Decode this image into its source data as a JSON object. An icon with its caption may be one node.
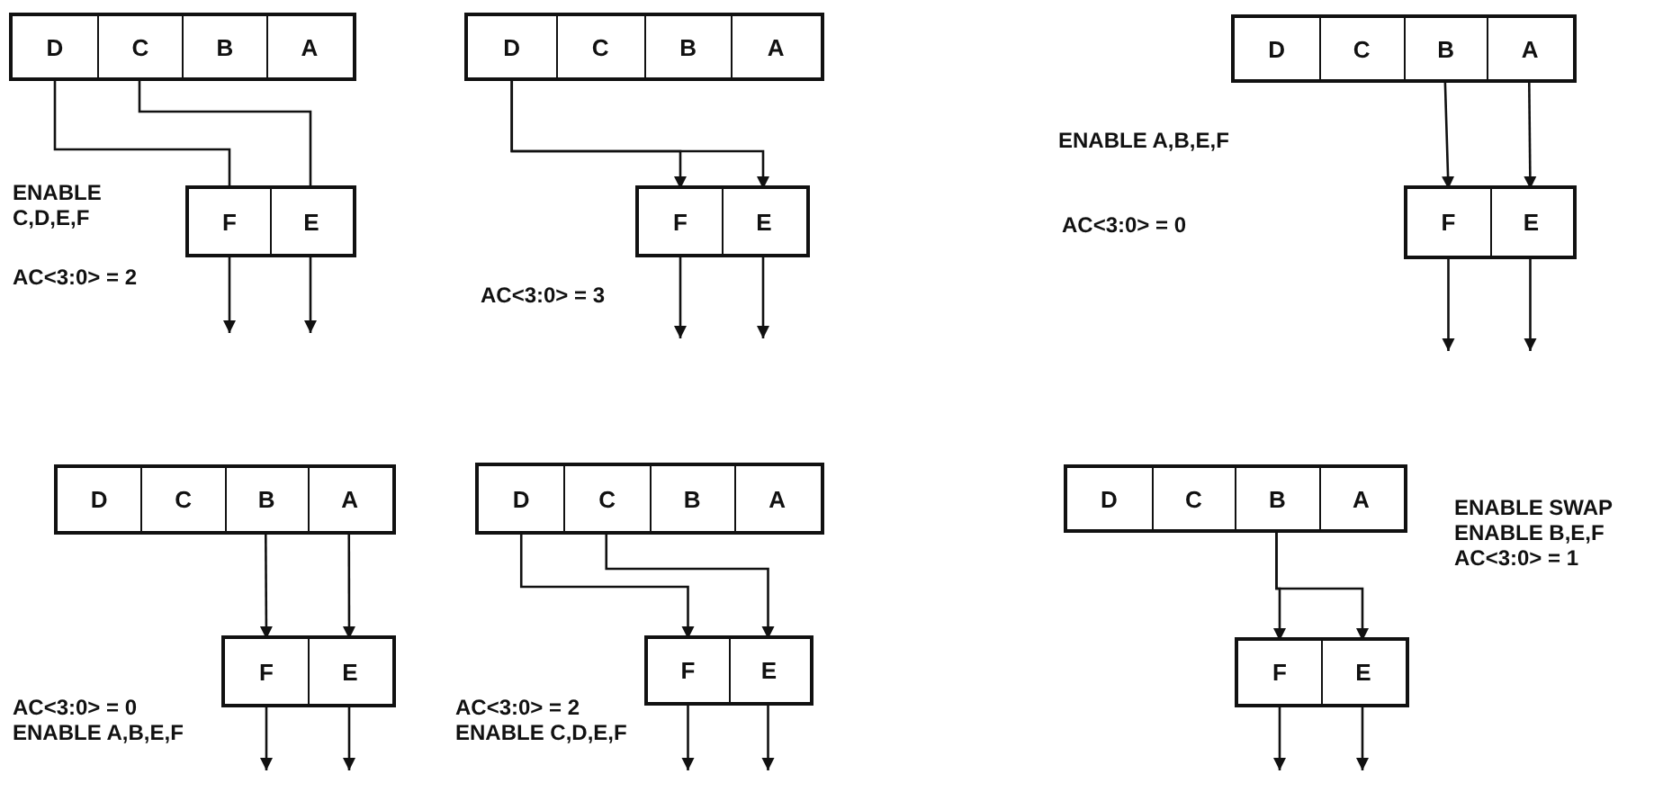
{
  "diagram": {
    "nodes": [
      {
        "text": [],
        "shape": "box"
      },
      {
        "text": [
          "D"
        ],
        "in": 0
      },
      {
        "text": [
          "C"
        ],
        "in": 0
      },
      {
        "text": [
          "B"
        ],
        "in": 0
      },
      {
        "text": [
          "A"
        ],
        "in": 0
      },
      {
        "text": [],
        "shape": "box"
      },
      {
        "text": [
          "F"
        ],
        "in": 5
      },
      {
        "text": [
          "E"
        ],
        "in": 5
      },
      {
        "text": [],
        "shape": "box"
      },
      {
        "text": [
          "D"
        ],
        "in": 8
      },
      {
        "text": [
          "C"
        ],
        "in": 8
      },
      {
        "text": [
          "B"
        ],
        "in": 8
      },
      {
        "text": [
          "A"
        ],
        "in": 8
      },
      {
        "text": [],
        "shape": "box"
      },
      {
        "text": [
          "F"
        ],
        "in": 13
      },
      {
        "text": [
          "E"
        ],
        "in": 13
      },
      {
        "text": [],
        "shape": "box"
      },
      {
        "text": [
          "D"
        ],
        "in": 16
      },
      {
        "text": [
          "C"
        ],
        "in": 16
      },
      {
        "text": [
          "B"
        ],
        "in": 16
      },
      {
        "text": [
          "A"
        ],
        "in": 16
      },
      {
        "text": [],
        "shape": "box"
      },
      {
        "text": [
          "F"
        ],
        "in": 21
      },
      {
        "text": [
          "E"
        ],
        "in": 21
      },
      {
        "text": [],
        "shape": "box"
      },
      {
        "text": [
          "D"
        ],
        "in": 24
      },
      {
        "text": [
          "C"
        ],
        "in": 24
      },
      {
        "text": [
          "B"
        ],
        "in": 24
      },
      {
        "text": [
          "A"
        ],
        "in": 24
      },
      {
        "text": [],
        "shape": "box"
      },
      {
        "text": [
          "F"
        ],
        "in": 29
      },
      {
        "text": [
          "E"
        ],
        "in": 29
      },
      {
        "text": [],
        "shape": "box"
      },
      {
        "text": [
          "D"
        ],
        "in": 32
      },
      {
        "text": [
          "C"
        ],
        "in": 32
      },
      {
        "text": [
          "B"
        ],
        "in": 32
      },
      {
        "text": [
          "A"
        ],
        "in": 32
      },
      {
        "text": [],
        "shape": "box"
      },
      {
        "text": [
          "F"
        ],
        "in": 37
      },
      {
        "text": [
          "E"
        ],
        "in": 37
      },
      {
        "text": [],
        "shape": "box"
      },
      {
        "text": [
          "D"
        ],
        "in": 40
      },
      {
        "text": [
          "C"
        ],
        "in": 40
      },
      {
        "text": [
          "B"
        ],
        "in": 40
      },
      {
        "text": [
          "A"
        ],
        "in": 40
      },
      {
        "text": [],
        "shape": "box"
      },
      {
        "text": [
          "F"
        ],
        "in": 45
      },
      {
        "text": [
          "E"
        ],
        "in": 45
      }
    ],
    "edges": [
      {
        "from": 1,
        "to": 6,
        "arrow": "none"
      },
      {
        "from": 2,
        "to": 7,
        "arrow": "none"
      },
      {
        "from": 6,
        "to": null,
        "arrow": "to"
      },
      {
        "from": 7,
        "to": null,
        "arrow": "to"
      },
      {
        "from": 9,
        "to": 14,
        "arrow": "to"
      },
      {
        "from": 9,
        "to": 15,
        "arrow": "to"
      },
      {
        "from": 14,
        "to": null,
        "arrow": "to"
      },
      {
        "from": 15,
        "to": null,
        "arrow": "to"
      },
      {
        "from": 19,
        "to": 22,
        "arrow": "to"
      },
      {
        "from": 20,
        "to": 23,
        "arrow": "to"
      },
      {
        "from": 22,
        "to": null,
        "arrow": "to"
      },
      {
        "from": 23,
        "to": null,
        "arrow": "to"
      },
      {
        "from": 27,
        "to": 30,
        "arrow": "to"
      },
      {
        "from": 28,
        "to": 31,
        "arrow": "to"
      },
      {
        "from": 30,
        "to": null,
        "arrow": "to"
      },
      {
        "from": 31,
        "to": null,
        "arrow": "to"
      },
      {
        "from": 33,
        "to": 38,
        "arrow": "to"
      },
      {
        "from": 34,
        "to": 39,
        "arrow": "to"
      },
      {
        "from": 38,
        "to": null,
        "arrow": "to"
      },
      {
        "from": 39,
        "to": null,
        "arrow": "to"
      },
      {
        "from": 43,
        "to": 46,
        "arrow": "to"
      },
      {
        "from": 43,
        "to": 47,
        "arrow": "to"
      },
      {
        "from": 46,
        "to": null,
        "arrow": "to"
      },
      {
        "from": 47,
        "to": null,
        "arrow": "to"
      }
    ],
    "labels": [
      "ENABLE C,D,E,F",
      "AC<3:0> = 2",
      "AC<3:0> = 3",
      "ENABLE A,B,E,F",
      "AC<3:0> = 0",
      "AC<3:0> = 0",
      "ENABLE A,B,E,F",
      "AC<3:0> = 2",
      "ENABLE C,D,E,F",
      "ENABLE SWAP",
      "ENABLE B,E,F",
      "AC<3:0> = 1"
    ]
  }
}
